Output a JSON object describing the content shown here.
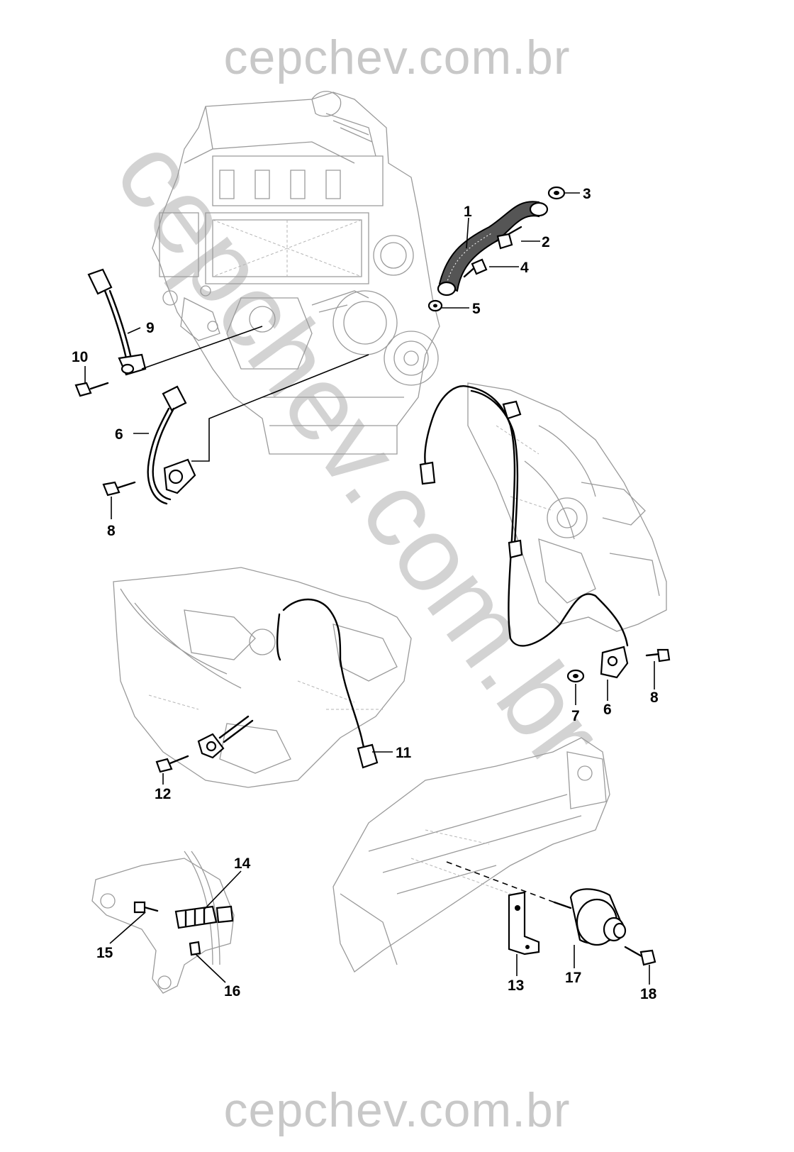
{
  "watermark": {
    "top": "cepchev.com.br",
    "diagonal": "cepchev.com.br",
    "bottom": "cepchev.com.br"
  },
  "callouts": {
    "c1": "1",
    "c2": "2",
    "c3": "3",
    "c4": "4",
    "c5": "5",
    "c6a": "6",
    "c6b": "6",
    "c7": "7",
    "c8a": "8",
    "c8b": "8",
    "c9": "9",
    "c10": "10",
    "c11": "11",
    "c12": "12",
    "c13": "13",
    "c14": "14",
    "c15": "15",
    "c16": "16",
    "c17": "17",
    "c18": "18"
  }
}
